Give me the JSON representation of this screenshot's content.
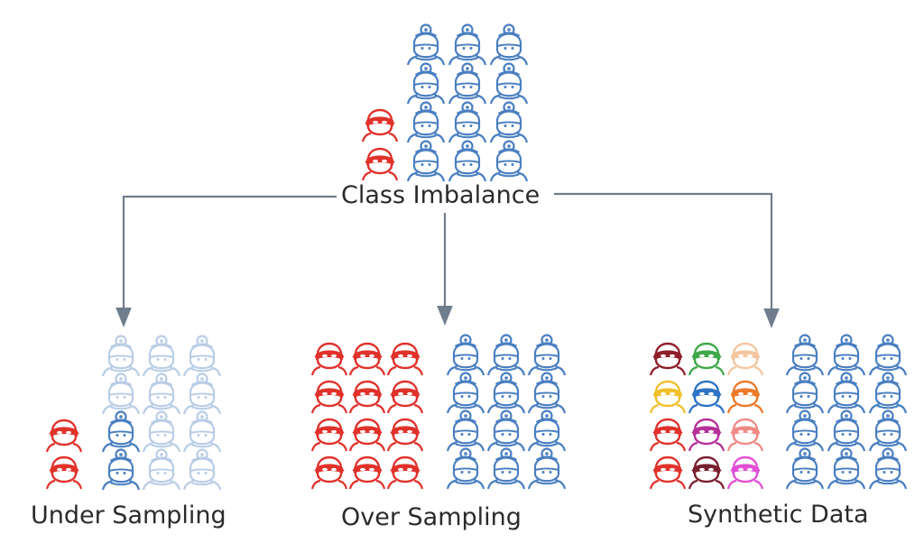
{
  "diagram": {
    "root_label": "Class Imbalance",
    "branches": [
      {
        "label": "Under Sampling"
      },
      {
        "label": "Over Sampling"
      },
      {
        "label": "Synthetic Data"
      }
    ]
  },
  "colors": {
    "minority": "#e0322b",
    "majority": "#4a7fc1",
    "majority_faded": "#b9cde6",
    "connector": "#6f7d8c",
    "text": "#2b2b2b",
    "synthetic_palette": [
      "#8e1f2a",
      "#3fa84a",
      "#f3c6a0",
      "#f0c02a",
      "#2f74c4",
      "#ec7a2a",
      "#e0322b",
      "#b5319a",
      "#f08a86",
      "#e0322b",
      "#7a1f2e",
      "#e24fd6"
    ]
  },
  "icons": {
    "minority": "masked-person-icon",
    "majority": "doctor-icon"
  },
  "groups": {
    "original": {
      "minority_count": 2,
      "majority_count": 12
    },
    "under_sampling": {
      "minority_count": 2,
      "majority_kept": 2,
      "majority_removed": 10
    },
    "over_sampling": {
      "minority_count": 12,
      "majority_count": 12
    },
    "synthetic": {
      "minority_count": 12,
      "majority_count": 12
    }
  }
}
